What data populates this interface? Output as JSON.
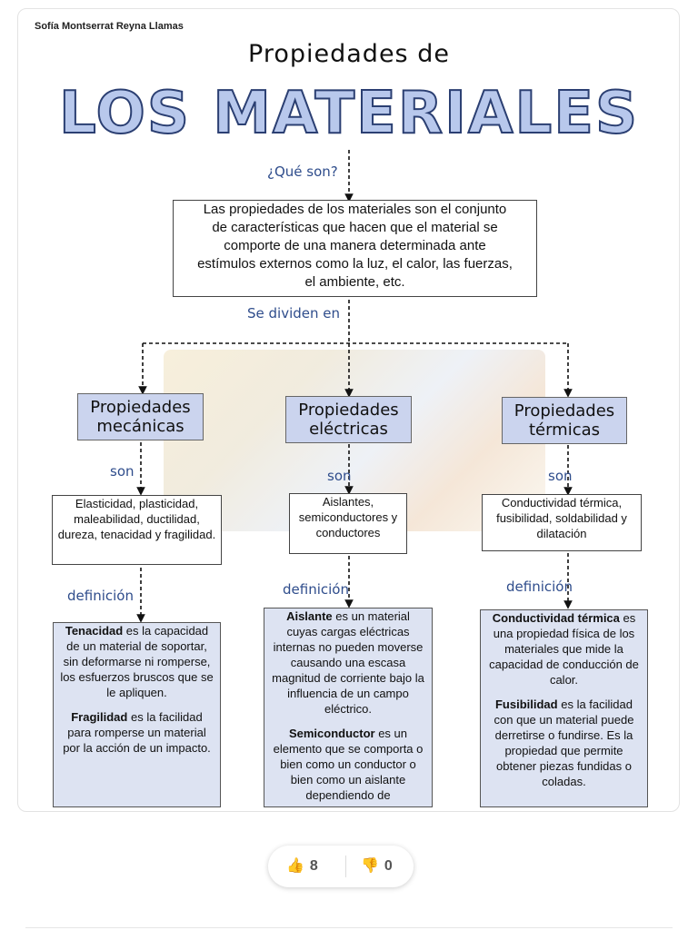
{
  "author": "Sofía Montserrat Reyna Llamas",
  "title": {
    "line1": "Propiedades de",
    "line2": "LOS MATERIALES"
  },
  "connectors": {
    "que_son": "¿Qué son?",
    "se_dividen": "Se dividen en",
    "son": "son",
    "definicion": "definición"
  },
  "intro": "Las propiedades de los materiales son el conjunto de características que hacen que el material se comporte de una manera determinada ante estímulos externos como la luz, el calor, las fuerzas, el ambiente, etc.",
  "categories": [
    {
      "title_l1": "Propiedades",
      "title_l2": "mecánicas",
      "list": "Elasticidad, plasticidad, maleabilidad, ductilidad, dureza, tenacidad y fragilidad.",
      "defs": [
        {
          "term": "Tenacidad",
          "text": " es la capacidad de un material de soportar, sin deformarse ni romperse, los esfuerzos bruscos que se le apliquen."
        },
        {
          "term": "Fragilidad",
          "text": " es la facilidad para romperse un material por la acción de un impacto."
        }
      ]
    },
    {
      "title_l1": "Propiedades",
      "title_l2": "eléctricas",
      "list": "Aislantes, semiconductores y conductores",
      "defs": [
        {
          "term": "Aislante",
          "text": " es un material cuyas cargas eléctricas internas no pueden moverse causando una escasa magnitud de corriente bajo la influencia de un campo eléctrico."
        },
        {
          "term": "Semiconductor",
          "text": " es un elemento que se comporta o bien como un conductor o bien como un aislante dependiendo de"
        }
      ]
    },
    {
      "title_l1": "Propiedades",
      "title_l2": "térmicas",
      "list": "Conductividad térmica, fusibilidad, soldabilidad y dilatación",
      "defs": [
        {
          "term": "Conductividad térmica",
          "text": " es una propiedad física de los materiales que mide la capacidad de conducción de calor."
        },
        {
          "term": "Fusibilidad",
          "text": " es la facilidad con que un material puede derretirse o fundirse. Es la propiedad que permite obtener piezas fundidas o coladas."
        }
      ]
    }
  ],
  "votes": {
    "up_count": "8",
    "down_count": "0",
    "up_icon": "thumbs-up-icon",
    "down_icon": "thumbs-down-icon",
    "up_color": "#3db63d",
    "down_color": "#e05a5a"
  },
  "colors": {
    "title_fill": "#b8c8ec",
    "title_stroke": "#2b3f72",
    "label": "#2f4d8c",
    "header_fill": "#cbd4ee",
    "def_fill": "#dde3f2"
  }
}
